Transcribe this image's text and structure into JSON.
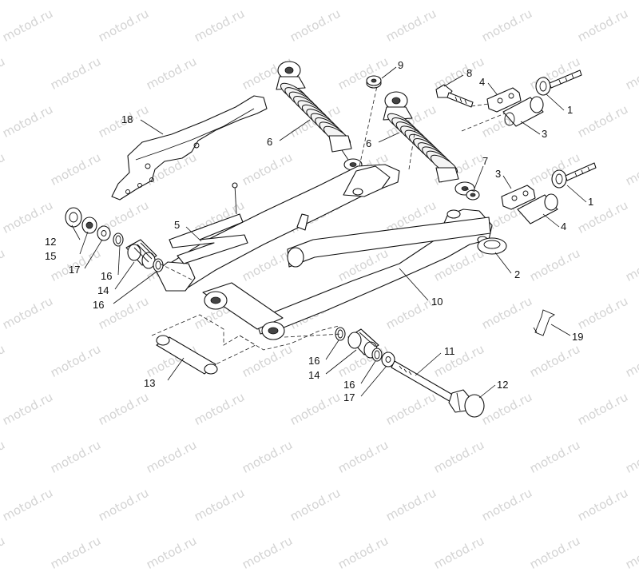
{
  "watermark": "motod.ru",
  "callouts": [
    {
      "id": "c1a",
      "text": "1"
    },
    {
      "id": "c1b",
      "text": "1"
    },
    {
      "id": "c2",
      "text": "2"
    },
    {
      "id": "c3a",
      "text": "3"
    },
    {
      "id": "c3b",
      "text": "3"
    },
    {
      "id": "c4a",
      "text": "4"
    },
    {
      "id": "c4b",
      "text": "4"
    },
    {
      "id": "c5",
      "text": "5"
    },
    {
      "id": "c6a",
      "text": "6"
    },
    {
      "id": "c6b",
      "text": "6"
    },
    {
      "id": "c7",
      "text": "7"
    },
    {
      "id": "c8",
      "text": "8"
    },
    {
      "id": "c9",
      "text": "9"
    },
    {
      "id": "c10",
      "text": "10"
    },
    {
      "id": "c11",
      "text": "11"
    },
    {
      "id": "c12a",
      "text": "12"
    },
    {
      "id": "c12b",
      "text": "12"
    },
    {
      "id": "c13",
      "text": "13"
    },
    {
      "id": "c14a",
      "text": "14"
    },
    {
      "id": "c14b",
      "text": "14"
    },
    {
      "id": "c15",
      "text": "15"
    },
    {
      "id": "c16a",
      "text": "16"
    },
    {
      "id": "c16b",
      "text": "16"
    },
    {
      "id": "c16c",
      "text": "16"
    },
    {
      "id": "c16d",
      "text": "16"
    },
    {
      "id": "c17a",
      "text": "17"
    },
    {
      "id": "c17b",
      "text": "17"
    },
    {
      "id": "c18",
      "text": "18"
    },
    {
      "id": "c19",
      "text": "19"
    }
  ]
}
